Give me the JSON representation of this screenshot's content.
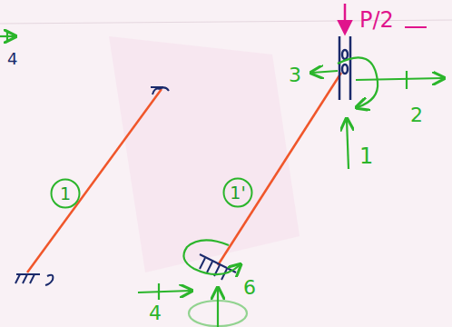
{
  "diagram": {
    "nodes": [
      {
        "text": [
          "1"
        ]
      },
      {
        "text": [
          "1'"
        ]
      }
    ],
    "labels": [
      "P/2",
      "3",
      "2",
      "1",
      "4",
      "6",
      "4"
    ]
  }
}
